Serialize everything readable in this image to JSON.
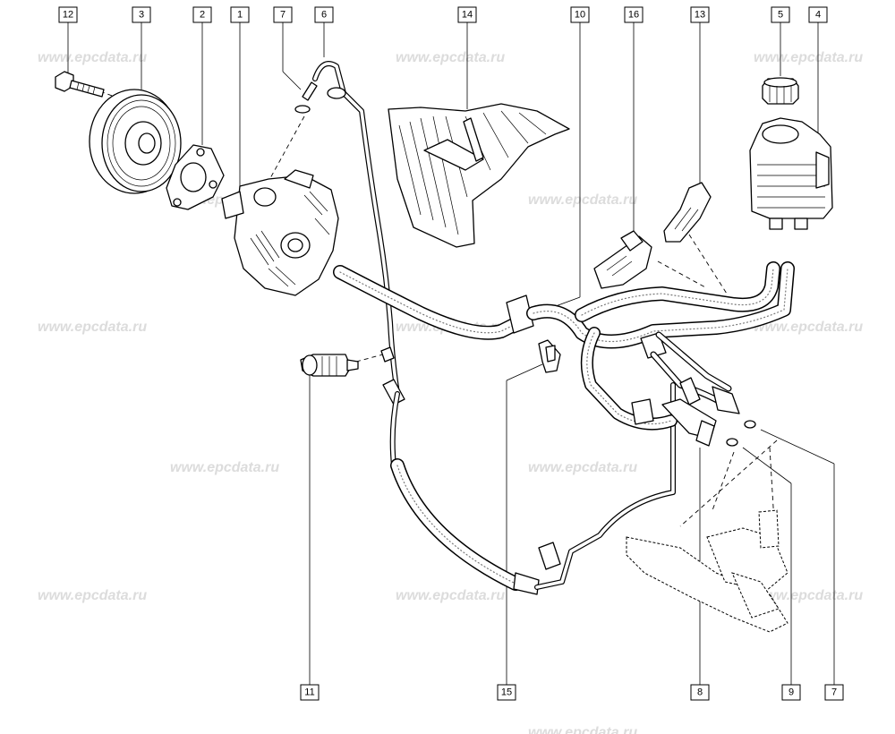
{
  "diagram": {
    "watermark": "www.epcdata.ru",
    "callouts": [
      {
        "id": "c12",
        "label": "12"
      },
      {
        "id": "c3",
        "label": "3"
      },
      {
        "id": "c2",
        "label": "2"
      },
      {
        "id": "c1",
        "label": "1"
      },
      {
        "id": "c7top",
        "label": "7"
      },
      {
        "id": "c6",
        "label": "6"
      },
      {
        "id": "c14",
        "label": "14"
      },
      {
        "id": "c10",
        "label": "10"
      },
      {
        "id": "c16",
        "label": "16"
      },
      {
        "id": "c13",
        "label": "13"
      },
      {
        "id": "c5",
        "label": "5"
      },
      {
        "id": "c4",
        "label": "4"
      },
      {
        "id": "c11",
        "label": "11"
      },
      {
        "id": "c15",
        "label": "15"
      },
      {
        "id": "c8",
        "label": "8"
      },
      {
        "id": "c9",
        "label": "9"
      },
      {
        "id": "c7bot",
        "label": "7"
      }
    ]
  }
}
